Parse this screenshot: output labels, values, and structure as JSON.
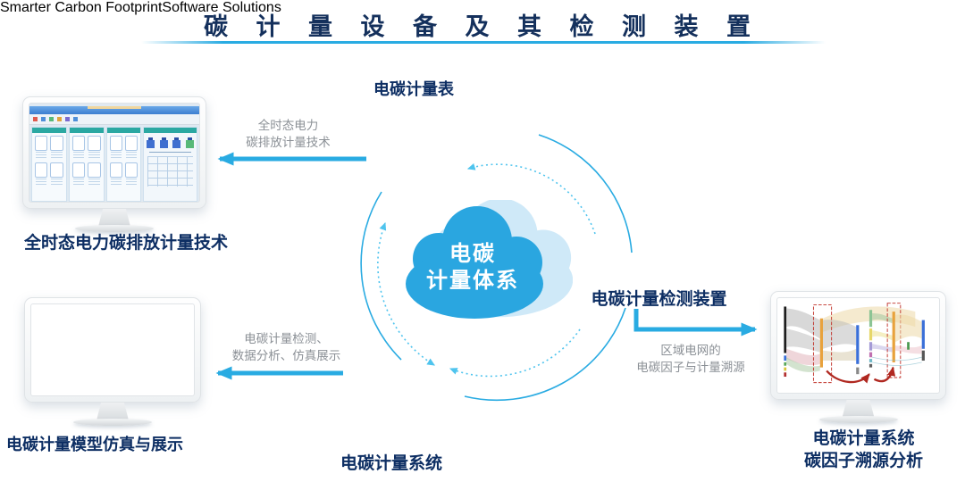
{
  "title": "碳 计 量 设 备 及 其 检 测 装 置",
  "cloud": {
    "line1": "电碳",
    "line2": "计量体系"
  },
  "nodes": {
    "meter": {
      "label": "电碳计量表"
    },
    "fulltime": {
      "caption": "全时态电力碳排放计量技术"
    },
    "detector": {
      "caption": "电碳计量检测装置"
    },
    "simulation": {
      "caption": "电碳计量模型仿真与展示"
    },
    "system": {
      "caption": "电碳计量系统",
      "screen_header": "Smarter Carbon FootprintSoftware Solutions"
    },
    "sankey": {
      "caption_line1": "电碳计量系统",
      "caption_line2": "碳因子溯源分析"
    }
  },
  "arrows": {
    "to_fulltime": {
      "line1": "全时态电力",
      "line2": "碳排放计量技术"
    },
    "to_simulation": {
      "line1": "电碳计量检测、",
      "line2": "数据分析、仿真展示"
    },
    "to_sankey": {
      "line1": "区域电网的",
      "line2": "电碳因子与计量溯源"
    }
  },
  "colors": {
    "accent_blue": "#29abe2",
    "dotted_blue": "#4fc4ee",
    "title_navy": "#14305c",
    "caption_navy": "#0d2e63",
    "label_gray": "#8b9096",
    "cloud_blue": "#2aa6e0",
    "cloud_light": "#cfe9f8",
    "meter_green": "#3cb54a",
    "device_green": "#3f9e4d",
    "infographic_teal": "#1e6f74"
  }
}
